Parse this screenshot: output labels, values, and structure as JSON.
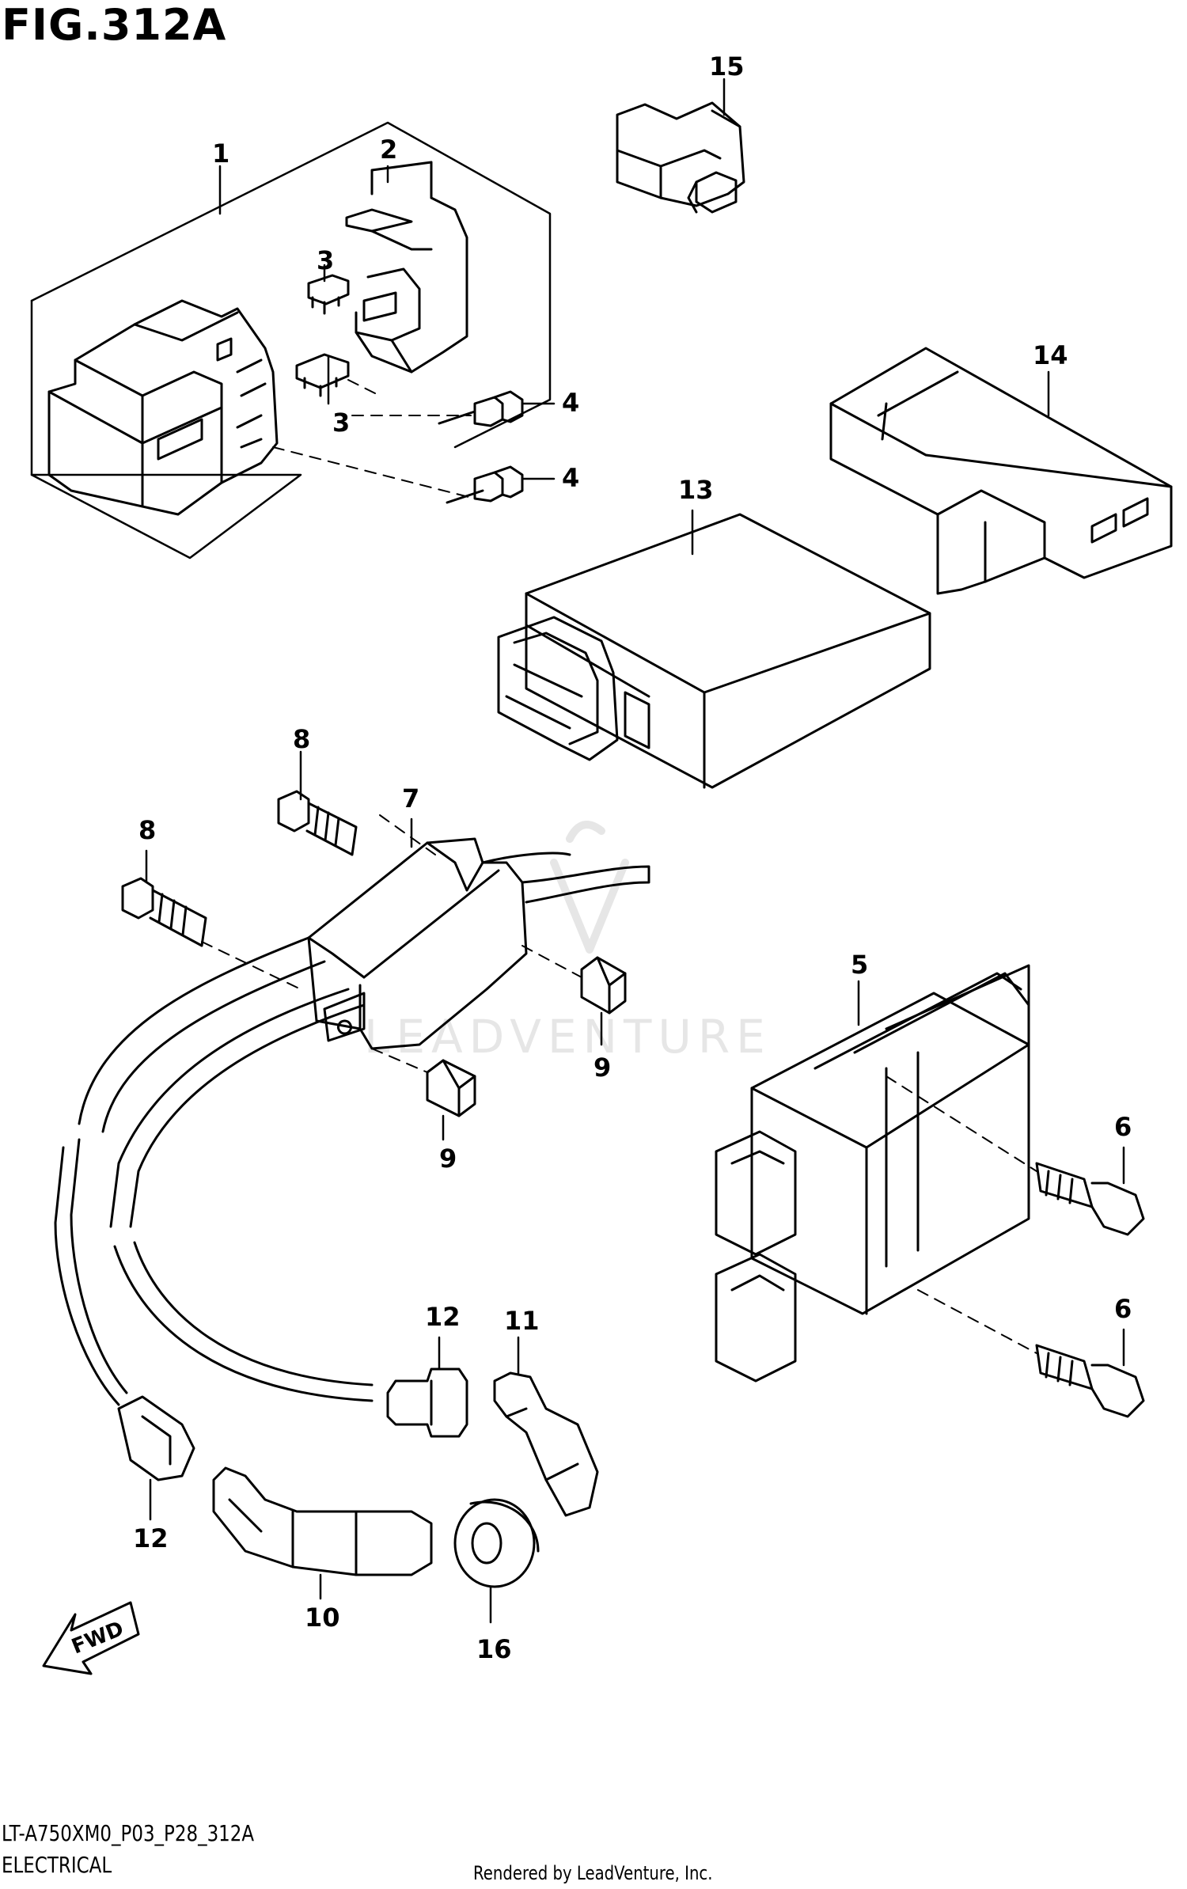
{
  "figure": {
    "title": "FIG.312A",
    "code": "LT-A750XM0_P03_P28_312A",
    "name": "ELECTRICAL",
    "credit": "Rendered by LeadVenture, Inc.",
    "watermark": "LEADVENTURE",
    "direction_label": "FWD"
  },
  "callouts": [
    {
      "id": "c1",
      "label": "1"
    },
    {
      "id": "c2",
      "label": "2"
    },
    {
      "id": "c3a",
      "label": "3"
    },
    {
      "id": "c3b",
      "label": "3"
    },
    {
      "id": "c4a",
      "label": "4"
    },
    {
      "id": "c4b",
      "label": "4"
    },
    {
      "id": "c5",
      "label": "5"
    },
    {
      "id": "c6a",
      "label": "6"
    },
    {
      "id": "c6b",
      "label": "6"
    },
    {
      "id": "c7",
      "label": "7"
    },
    {
      "id": "c8a",
      "label": "8"
    },
    {
      "id": "c8b",
      "label": "8"
    },
    {
      "id": "c9a",
      "label": "9"
    },
    {
      "id": "c9b",
      "label": "9"
    },
    {
      "id": "c10",
      "label": "10"
    },
    {
      "id": "c11",
      "label": "11"
    },
    {
      "id": "c12a",
      "label": "12"
    },
    {
      "id": "c12b",
      "label": "12"
    },
    {
      "id": "c13",
      "label": "13"
    },
    {
      "id": "c14",
      "label": "14"
    },
    {
      "id": "c15",
      "label": "15"
    },
    {
      "id": "c16",
      "label": "16"
    }
  ],
  "colors": {
    "line": "#000000",
    "watermark": "#e6e6e6",
    "background": "#ffffff"
  }
}
